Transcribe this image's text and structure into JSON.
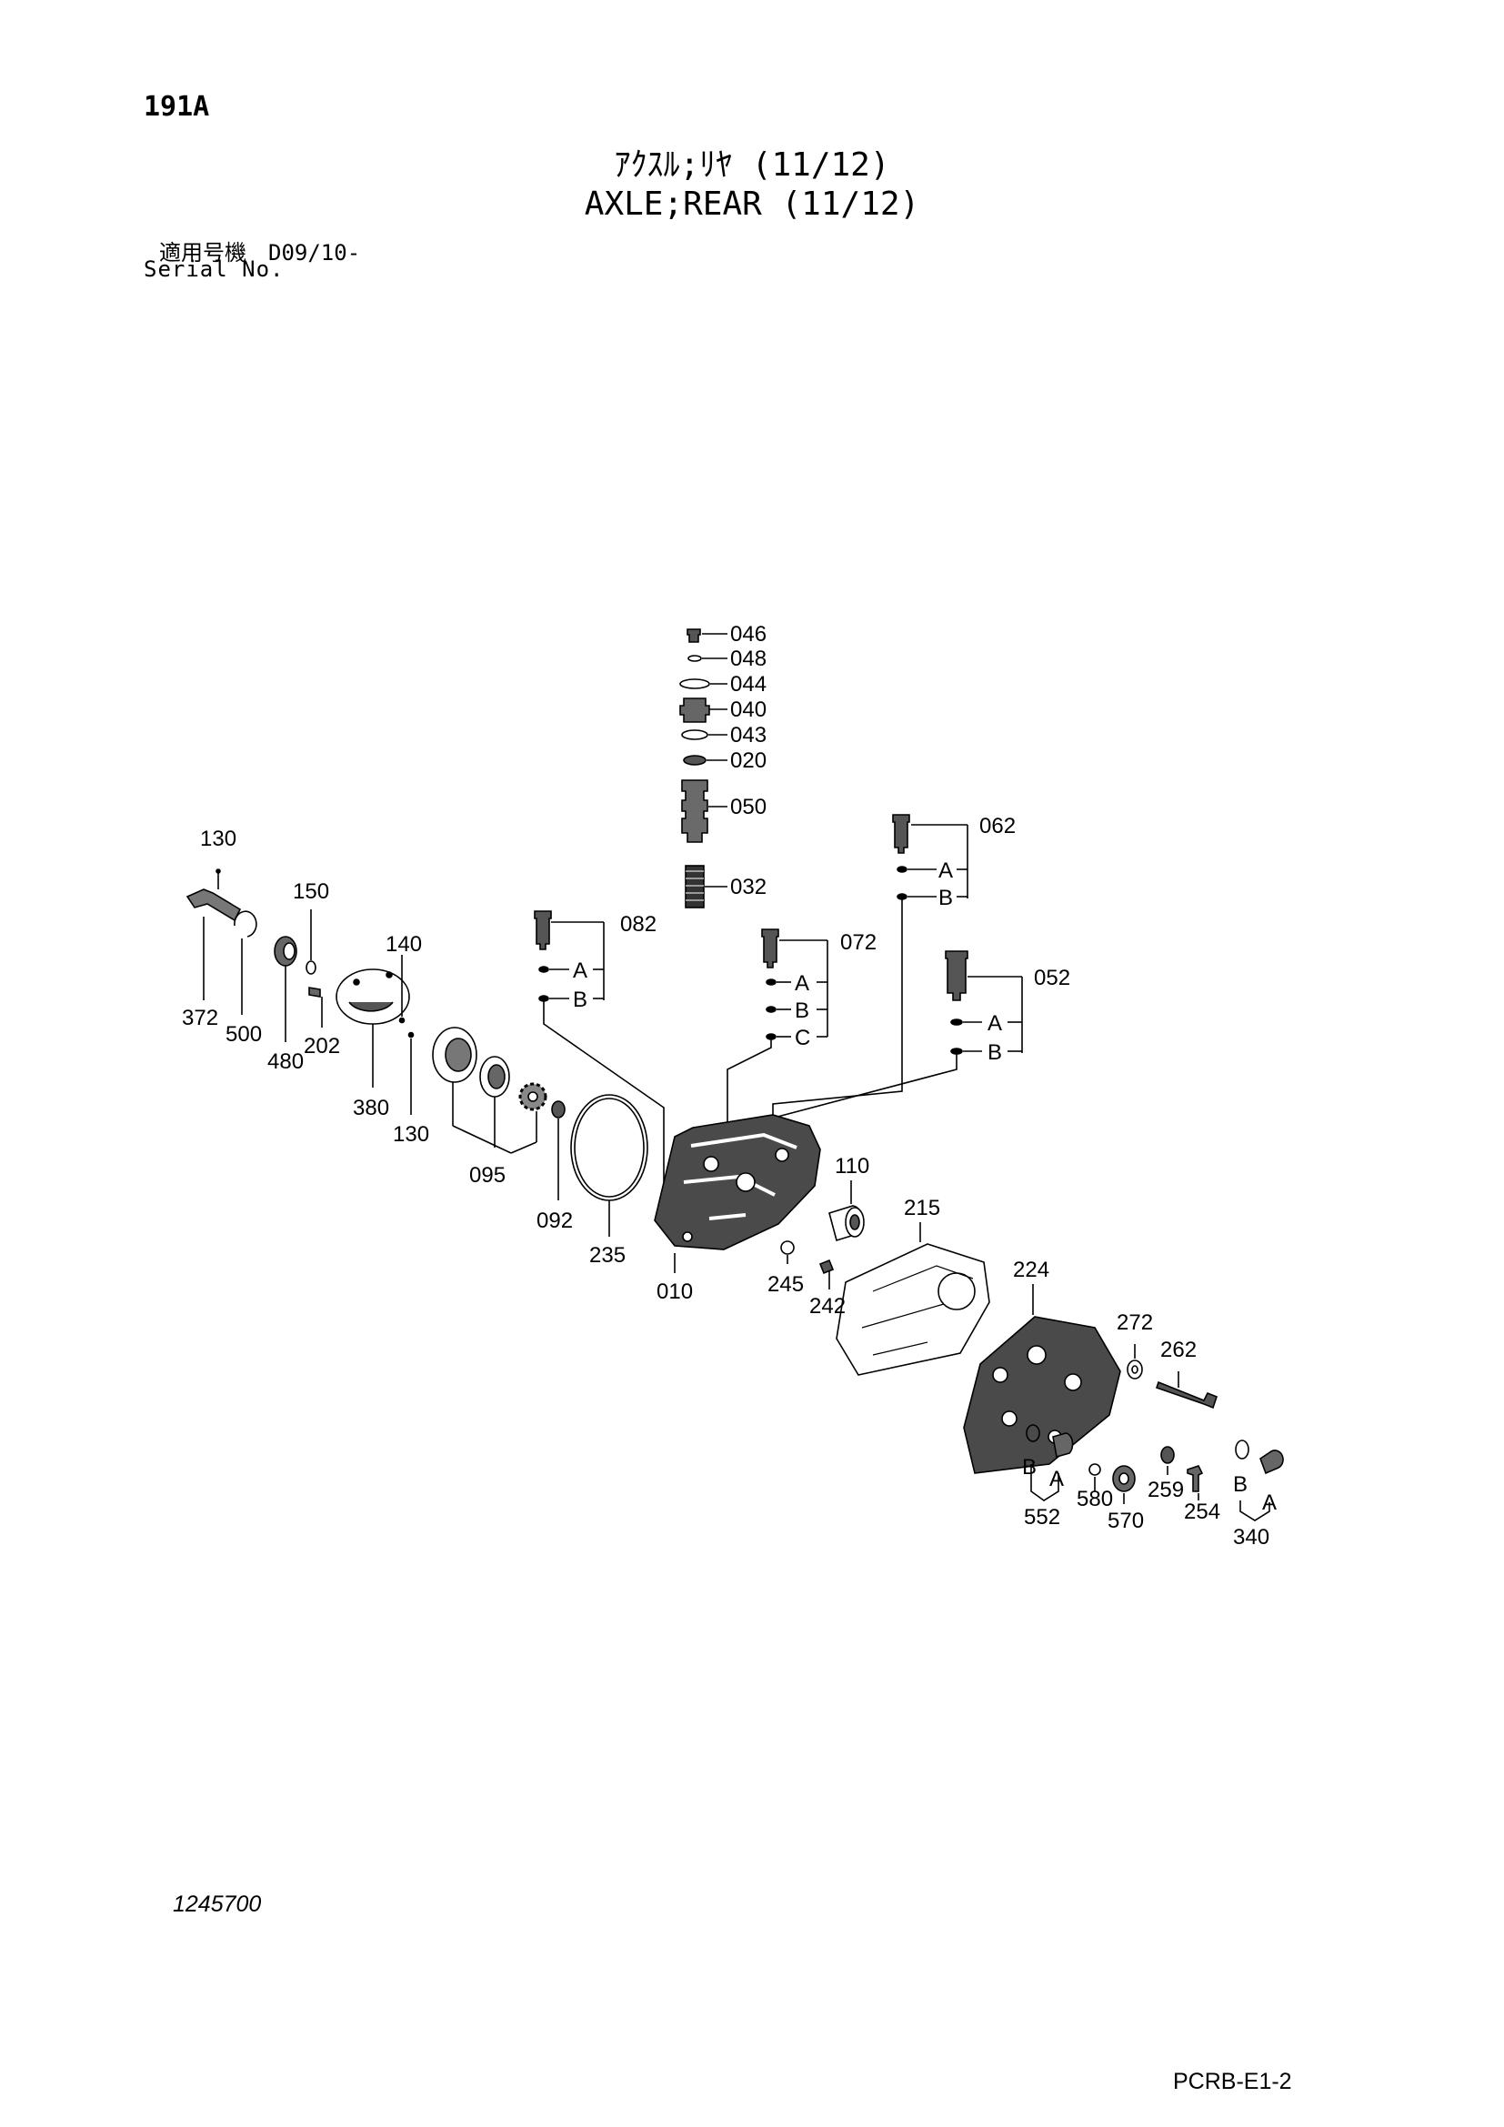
{
  "header": {
    "page_code": "191A",
    "title_jp": "ｱｸｽﾙ;ﾘﾔ (11/12)",
    "title_en": "AXLE;REAR (11/12)",
    "serial_jp": "適用号機　D09/10-",
    "serial_en": "Serial No."
  },
  "diagram": {
    "callouts": {
      "p046": "046",
      "p048": "048",
      "p044": "044",
      "p040": "040",
      "p043": "043",
      "p020": "020",
      "p050": "050",
      "p032": "032",
      "p062": "062",
      "p082": "082",
      "p072": "072",
      "p052": "052",
      "p130_top": "130",
      "p150": "150",
      "p140": "140",
      "p372": "372",
      "p500": "500",
      "p480": "480",
      "p202": "202",
      "p380": "380",
      "p130_bottom": "130",
      "p095": "095",
      "p092": "092",
      "p235": "235",
      "p010": "010",
      "p110": "110",
      "p215": "215",
      "p245": "245",
      "p242": "242",
      "p224": "224",
      "p272": "272",
      "p262": "262",
      "p552": "552",
      "p580": "580",
      "p570": "570",
      "p259": "259",
      "p254": "254",
      "p340": "340"
    },
    "sub_letters": {
      "a": "A",
      "b": "B",
      "c": "C"
    }
  },
  "footer": {
    "drawing_no": "1245700",
    "sheet_code": "PCRB-E1-2"
  }
}
